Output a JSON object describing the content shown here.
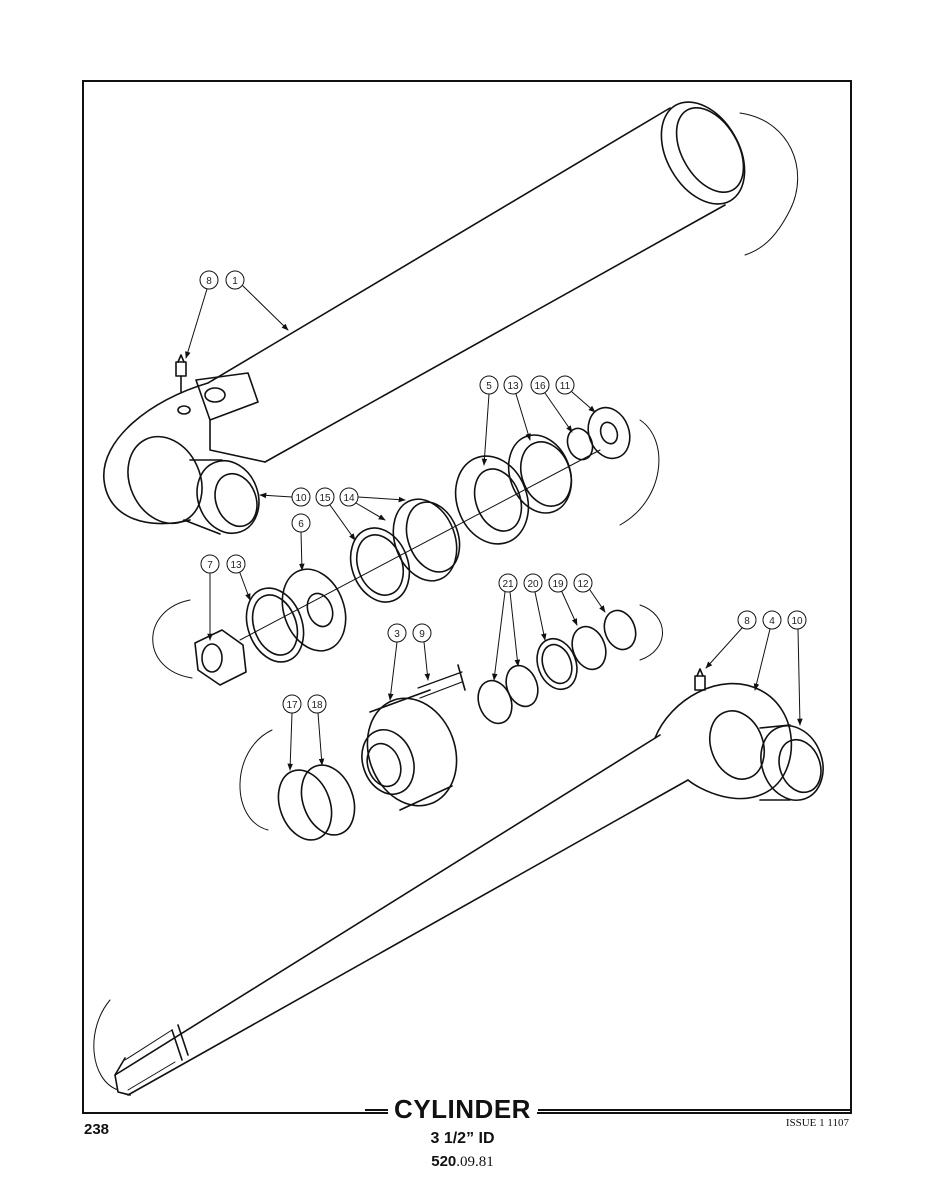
{
  "page_number": "238",
  "title": "CYLINDER",
  "subtitle": "3 1/2” ID",
  "code_bold": "520",
  "code_rest": ".09.81",
  "issue": "ISSUE 1 1107",
  "callouts": [
    "8",
    "1",
    "5",
    "13",
    "16",
    "11",
    "10",
    "15",
    "14",
    "6",
    "7",
    "13",
    "21",
    "20",
    "19",
    "12",
    "3",
    "9",
    "8",
    "4",
    "10",
    "17",
    "18"
  ]
}
